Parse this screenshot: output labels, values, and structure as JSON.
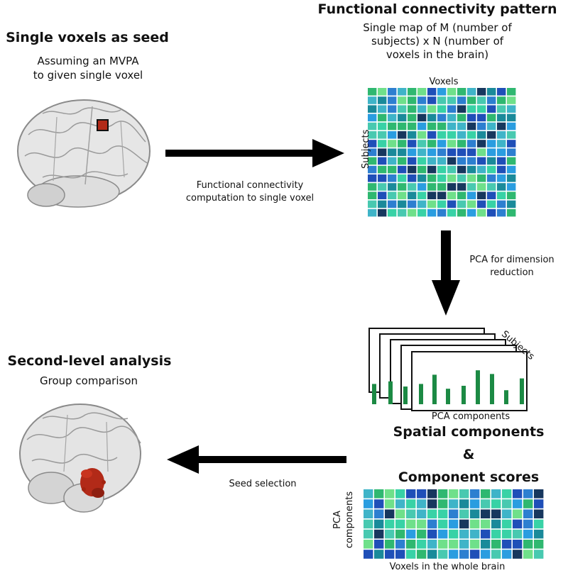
{
  "seed": {
    "title": "Single voxels as seed",
    "subtitle_lines": [
      "Assuming an MVPA",
      "to given single voxel"
    ]
  },
  "fc_pattern": {
    "title": "Functional connectivity pattern",
    "subtitle_lines": [
      "Single map of M (number of",
      "subjects) x N (number of",
      "voxels in the brain)"
    ],
    "column_label": "Voxels",
    "row_label": "Subjects"
  },
  "arrow_fc": {
    "label_lines": [
      "Functional connectivity",
      "computation to single voxel"
    ]
  },
  "arrow_pca": {
    "label_lines": [
      "PCA for dimension",
      "reduction"
    ]
  },
  "stack": {
    "subjects_label": "Subjects",
    "x_label": "PCA components",
    "bar_levels": [
      0.55,
      0.62,
      0.48,
      0.55,
      0.8,
      0.42,
      0.5,
      0.92,
      0.82,
      0.38,
      0.7
    ]
  },
  "spatial": {
    "title": "Spatial components",
    "amp": "&",
    "scores_title": "Component scores",
    "row_label_lines": [
      "PCA",
      "components"
    ],
    "column_label": "Voxels in the whole brain"
  },
  "second_level": {
    "title": "Second-level analysis",
    "subtitle": "Group comparison"
  },
  "arrow_seed": {
    "label": "Seed selection"
  },
  "palette": {
    "heatmap": [
      "#1f4fb8",
      "#2d7fd0",
      "#3fb4c8",
      "#38d2a6",
      "#2fb870",
      "#6fe08a",
      "#1a8a9a",
      "#17375e",
      "#2a9de0",
      "#48c9b0"
    ],
    "bars": "#1c8a44",
    "seed_voxel": "#b22a18",
    "brain": "#e4e4e4"
  }
}
